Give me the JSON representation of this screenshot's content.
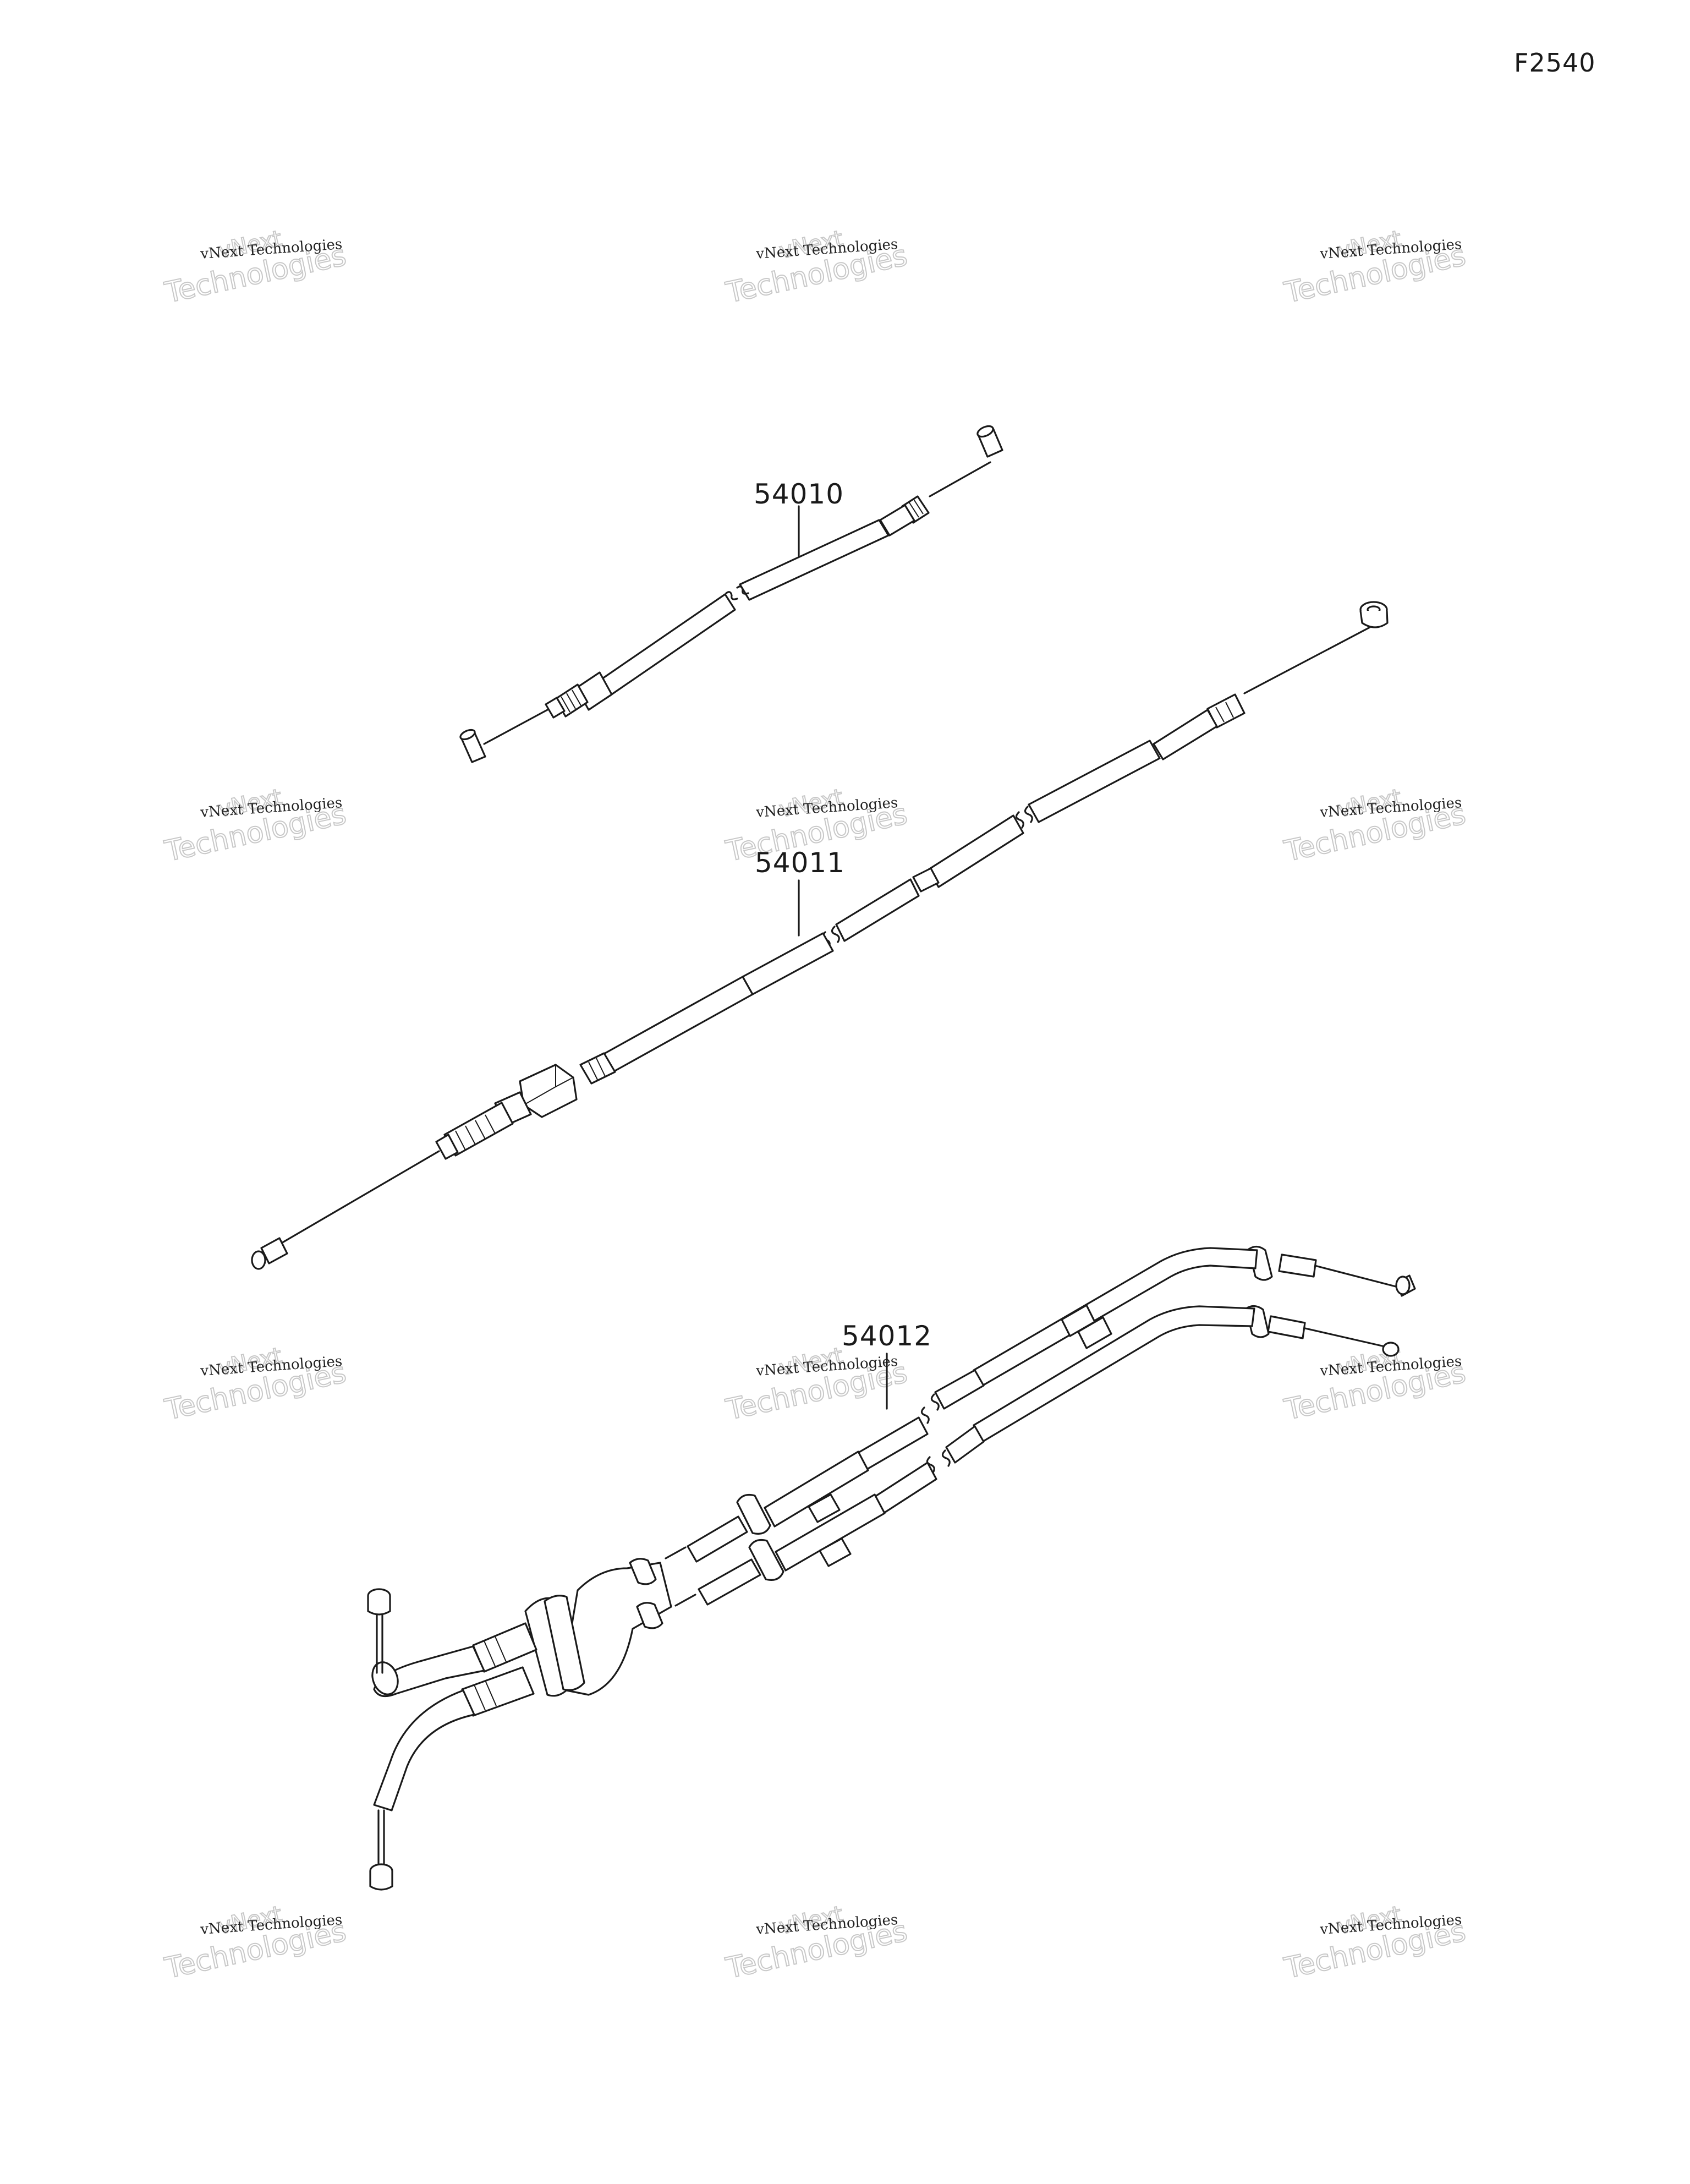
{
  "diagram_code": "F2540",
  "parts": [
    {
      "number": "54010"
    },
    {
      "number": "54011"
    },
    {
      "number": "54012"
    }
  ],
  "watermark": {
    "line1": "vNext Technologies",
    "line2_a": "vNext",
    "line2_b": "Technologies"
  }
}
